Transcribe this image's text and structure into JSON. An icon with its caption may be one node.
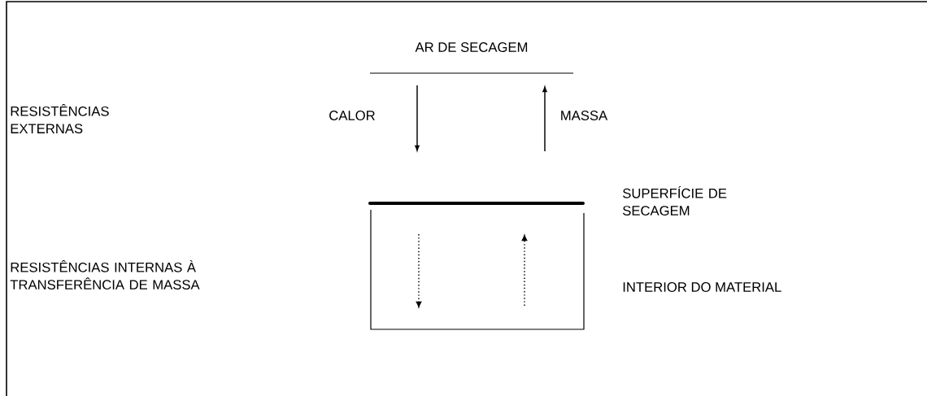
{
  "diagram": {
    "labels": [
      "AR DE SECAGEM",
      "RESISTÊNCIAS EXTERNAS",
      "CALOR",
      "MASSA",
      "SUPERFÍCIE DE SECAGEM",
      "RESISTÊNCIAS INTERNAS À TRANSFERÊNCIA DE MASSA",
      "INTERIOR DO MATERIAL"
    ]
  }
}
